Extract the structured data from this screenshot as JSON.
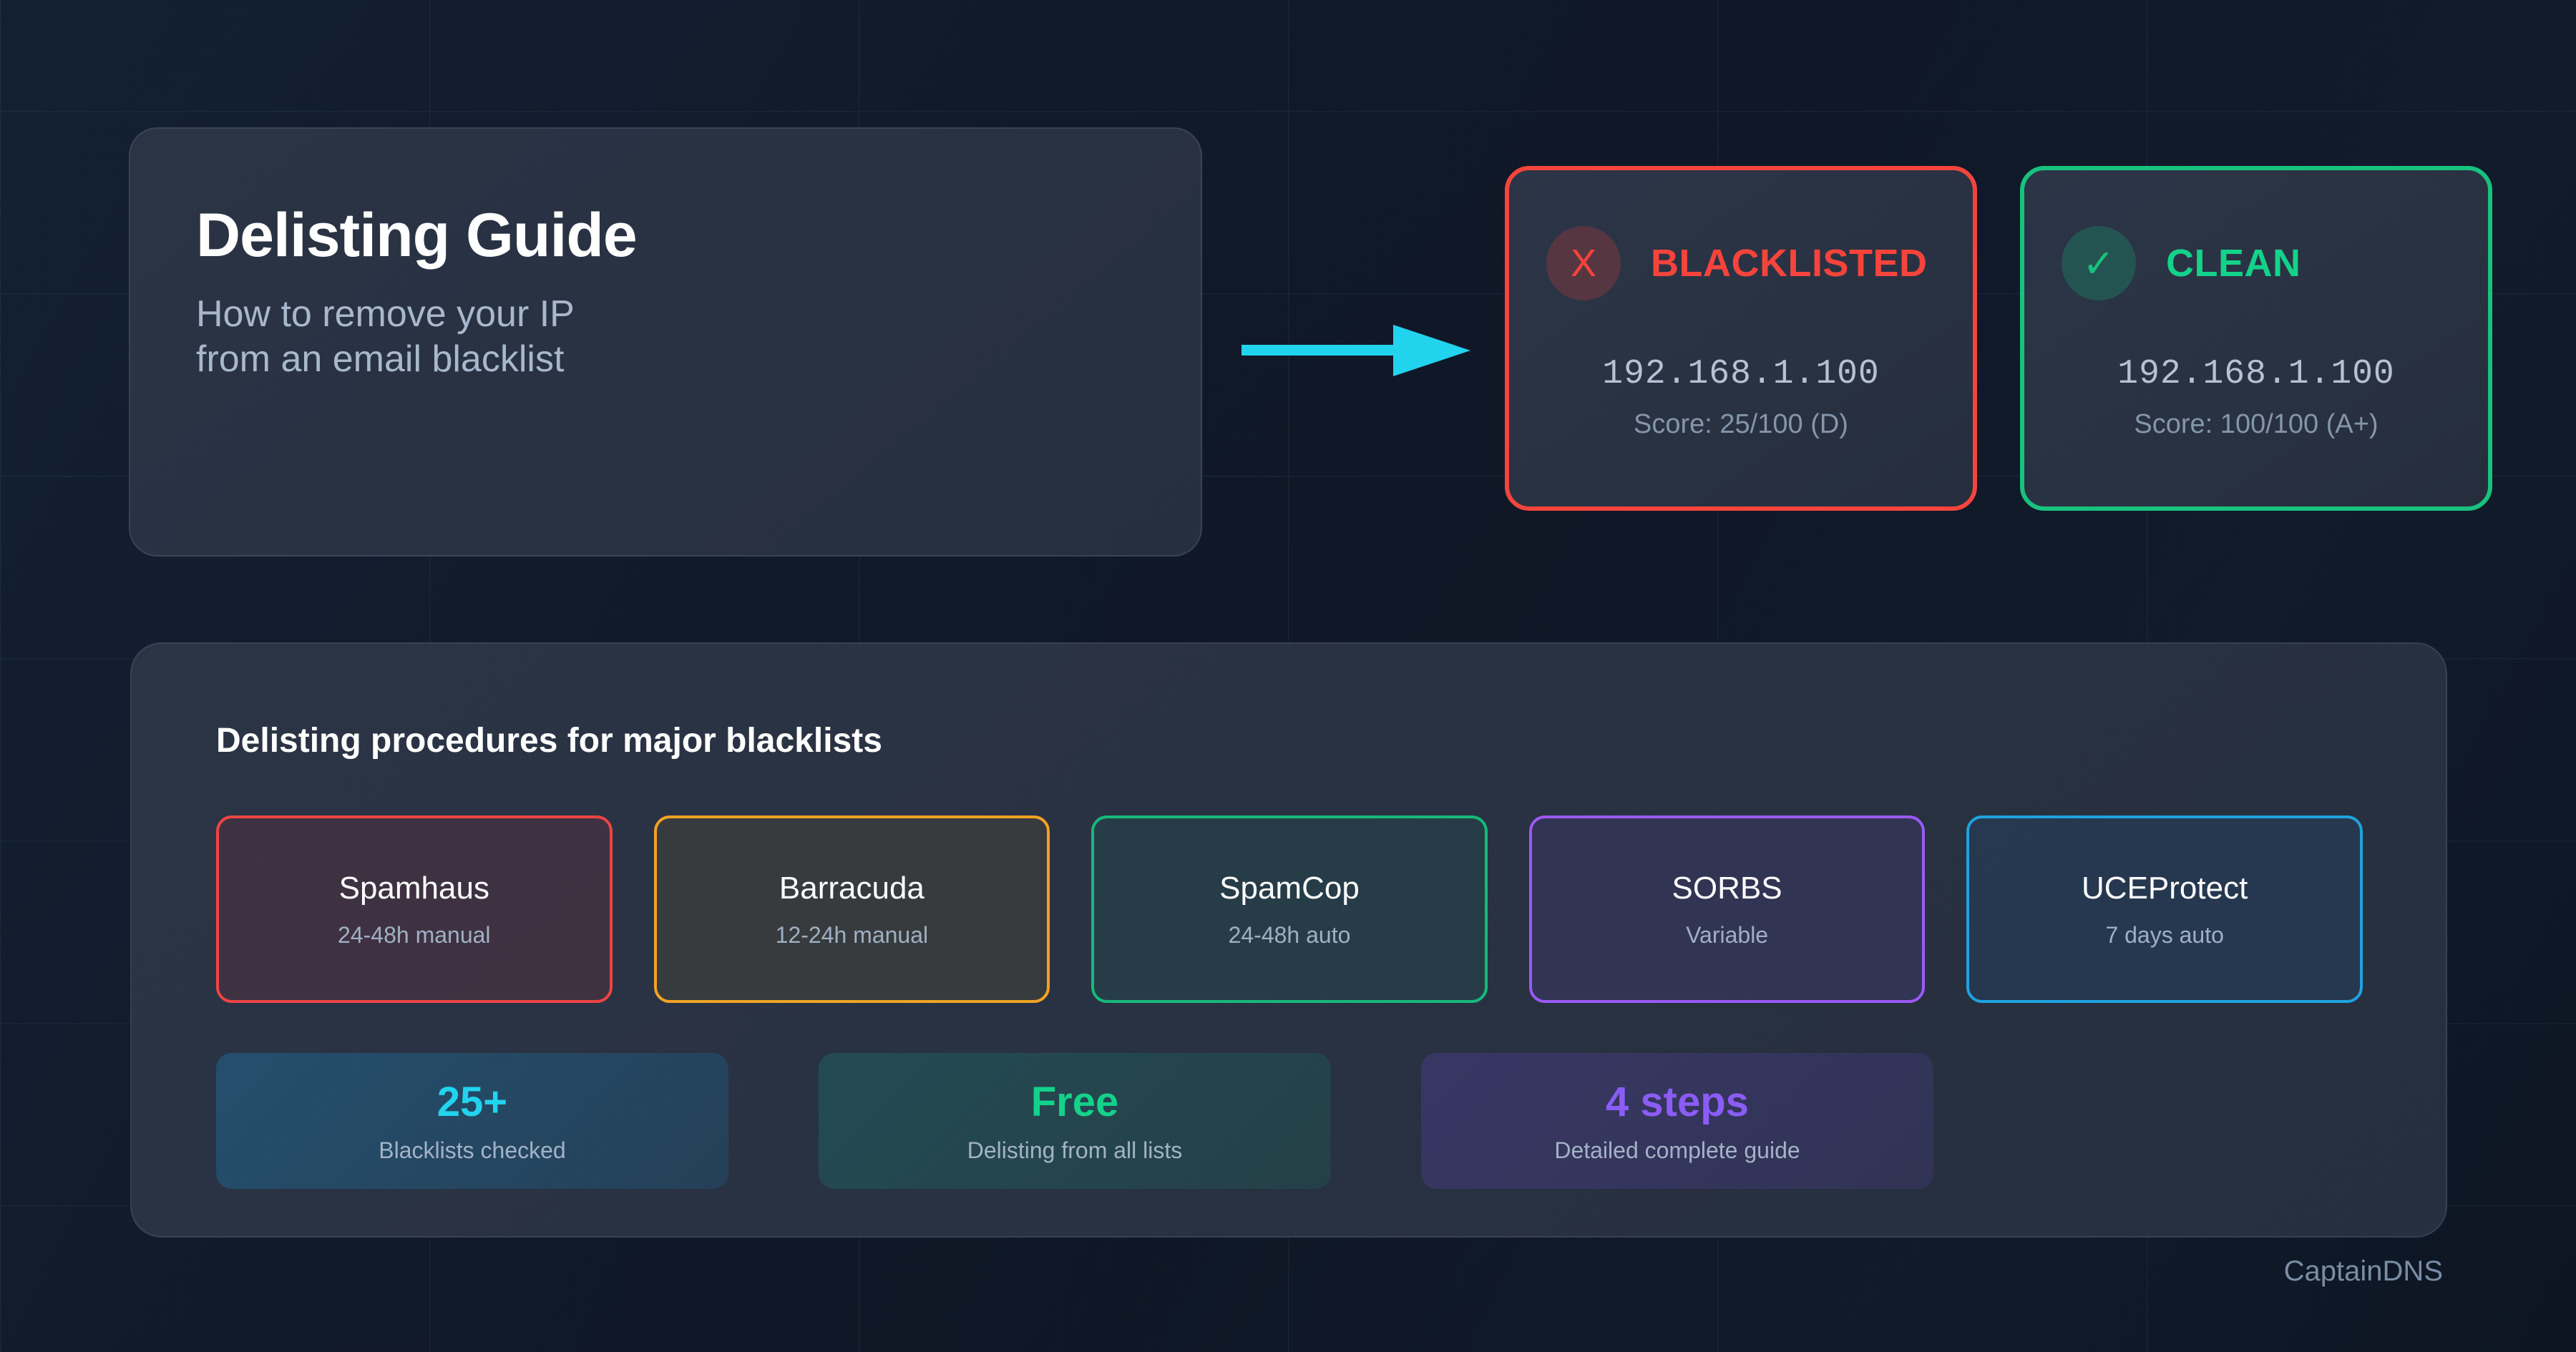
{
  "theme": {
    "bg": "#0d1522",
    "panel": "#2a3344",
    "grid_line": "rgba(104,170,190,0.075)",
    "accent_cyan": "#22d3ee",
    "accent_red": "#f4443c",
    "accent_green": "#18c27e",
    "accent_purple": "#8b5cf6",
    "accent_blue": "#2aa8e8",
    "accent_amber": "#f0a323",
    "text_primary": "#ffffff",
    "text_muted": "#a8b8cc"
  },
  "hero": {
    "title": "Delisting Guide",
    "subtitle_line1": "How to remove your IP",
    "subtitle_line2": "from an email blacklist"
  },
  "flow": {
    "arrow_icon": "arrow-right-icon",
    "arrow_color": "#22d3ee"
  },
  "status_cards": [
    {
      "id": "blacklisted",
      "icon": "x-mark-icon",
      "icon_glyph": "X",
      "label": "BLACKLISTED",
      "ip": "192.168.1.100",
      "score": "Score: 25/100 (D)",
      "border_color": "#f4443c",
      "label_color": "#f4443c"
    },
    {
      "id": "clean",
      "icon": "check-mark-icon",
      "icon_glyph": "✓",
      "label": "CLEAN",
      "ip": "192.168.1.100",
      "score": "Score: 100/100 (A+)",
      "border_color": "#18c27e",
      "label_color": "#13d28a"
    }
  ],
  "main": {
    "heading": "Delisting procedures for major blacklists",
    "providers": [
      {
        "name": "Spamhaus",
        "time": "24-48h manual",
        "border": "#ef4444",
        "fill": "rgba(120,50,60,0.26)"
      },
      {
        "name": "Barracuda",
        "time": "12-24h manual",
        "border": "#f0a323",
        "fill": "rgba(110,90,45,0.22)"
      },
      {
        "name": "SpamCop",
        "time": "24-48h auto",
        "border": "#16b97c",
        "fill": "rgba(30,95,90,0.24)"
      },
      {
        "name": "SORBS",
        "time": "Variable",
        "border": "#9b59f6",
        "fill": "rgba(75,60,130,0.30)"
      },
      {
        "name": "UCEProtect",
        "time": "7 days auto",
        "border": "#1fa2e0",
        "fill": "rgba(35,75,115,0.30)"
      }
    ],
    "stats": [
      {
        "value": "25+",
        "label": "Blacklists checked",
        "value_color": "#22d3ee",
        "fill": "linear-gradient(135deg, rgba(33,96,134,0.62) 0%, rgba(32,78,110,0.50) 100%)"
      },
      {
        "value": "Free",
        "label": "Delisting from all lists",
        "value_color": "#13d28a",
        "fill": "linear-gradient(135deg, rgba(30,92,96,0.58) 0%, rgba(32,82,78,0.46) 100%)"
      },
      {
        "value": "4 steps",
        "label": "Detailed complete guide",
        "value_color": "#8b5cf6",
        "fill": "linear-gradient(135deg, rgba(64,58,118,0.66) 0%, rgba(58,54,104,0.54) 100%)"
      }
    ]
  },
  "footer": {
    "brand": "CaptainDNS"
  }
}
